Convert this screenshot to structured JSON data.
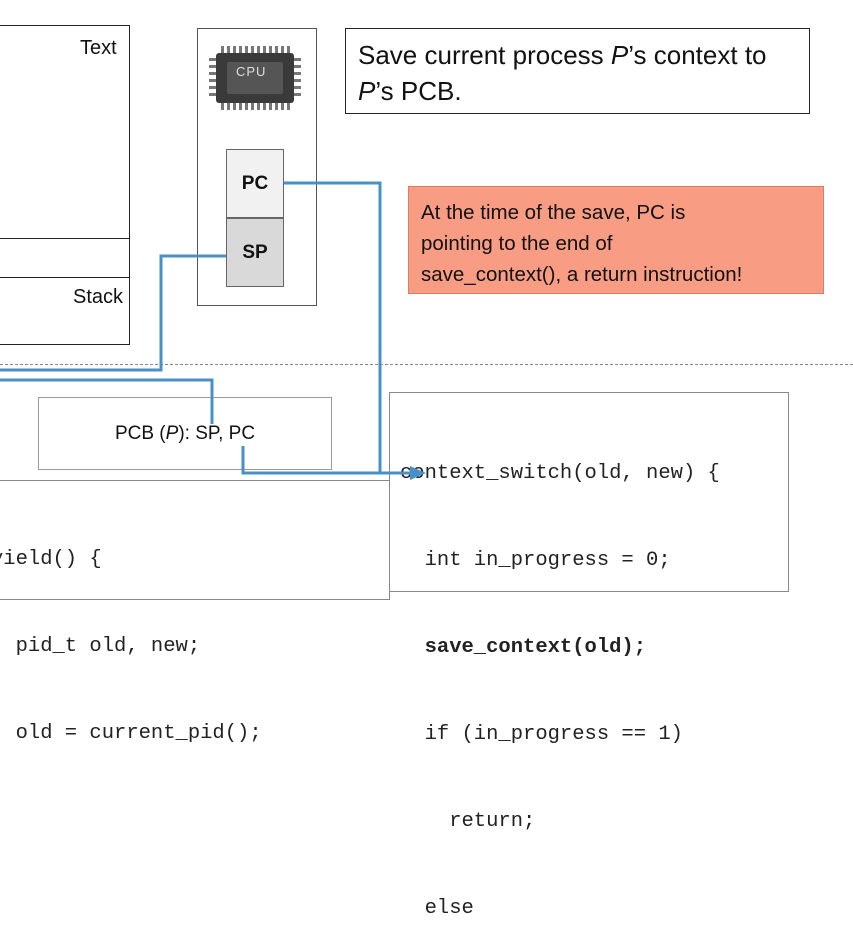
{
  "memory": {
    "text_label": "Text",
    "stack_label": "Stack"
  },
  "cpu": {
    "chip_label": "CPU",
    "pc_label": "PC",
    "sp_label": "SP"
  },
  "title": {
    "prefix": "Save current process ",
    "var1": "P",
    "middle": "’s context to ",
    "var2": "P",
    "suffix": "’s PCB."
  },
  "note": {
    "lines": [
      "At the time of the save, PC is",
      "pointing to the end of",
      "save_context(), a return instruction!"
    ]
  },
  "pcb": {
    "prefix": "PCB (",
    "var": "P",
    "suffix": "): SP, PC"
  },
  "context_switch_code": [
    "context_switch(old, new) {",
    "  int in_progress = 0;",
    "  save_context(old);",
    "  if (in_progress == 1)",
    "    return;",
    "  else"
  ],
  "yield_code": [
    "yield() {",
    "  pid_t old, new;",
    "  old = current_pid();"
  ],
  "colors": {
    "wire": "#4a90c8",
    "note_bg": "#f89d84"
  }
}
